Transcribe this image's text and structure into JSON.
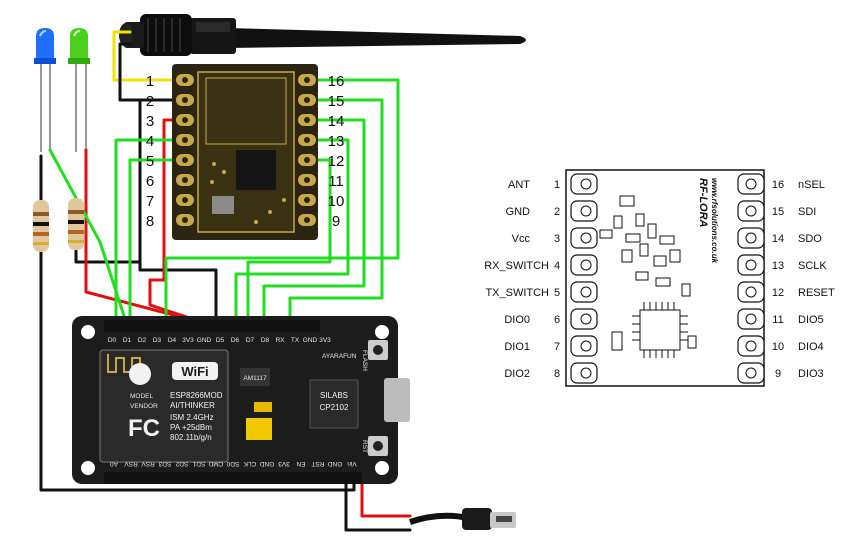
{
  "module_pin_numbers": {
    "left": [
      "1",
      "2",
      "3",
      "4",
      "5",
      "6",
      "7",
      "8"
    ],
    "right": [
      "16",
      "15",
      "14",
      "13",
      "12",
      "11",
      "10",
      "9"
    ]
  },
  "pinout": {
    "left": [
      {
        "num": "1",
        "label": "ANT"
      },
      {
        "num": "2",
        "label": "GND"
      },
      {
        "num": "3",
        "label": "Vcc"
      },
      {
        "num": "4",
        "label": "RX_SWITCH"
      },
      {
        "num": "5",
        "label": "TX_SWITCH"
      },
      {
        "num": "6",
        "label": "DIO0"
      },
      {
        "num": "7",
        "label": "DIO1"
      },
      {
        "num": "8",
        "label": "DIO2"
      }
    ],
    "right": [
      {
        "num": "16",
        "label": "nSEL"
      },
      {
        "num": "15",
        "label": "SDI"
      },
      {
        "num": "14",
        "label": "SDO"
      },
      {
        "num": "13",
        "label": "SCLK"
      },
      {
        "num": "12",
        "label": "RESET"
      },
      {
        "num": "11",
        "label": "DIO5"
      },
      {
        "num": "10",
        "label": "DIO4"
      },
      {
        "num": "9",
        "label": "DIO3"
      }
    ],
    "brand": "RF-LORA",
    "website": "www.rfsolutions.co.uk"
  },
  "nodemcu": {
    "top_pins": [
      "D0",
      "D1",
      "D2",
      "D3",
      "D4",
      "3V3",
      "GND",
      "D5",
      "D6",
      "D7",
      "D8",
      "RX",
      "TX",
      "GND",
      "3V3"
    ],
    "bottom_pins": [
      "A0",
      "RSV",
      "RSV",
      "SD3",
      "SD2",
      "SD1",
      "CMD",
      "SD0",
      "CLK",
      "GND",
      "3V3",
      "EN",
      "RST",
      "GND",
      "Vin"
    ],
    "wifi": "WiFi",
    "model_label": "MODEL",
    "vendor_label": "VENDOR",
    "model": "ESP8266MOD",
    "vendor": "AI/THINKER",
    "band": "ISM 2.4GHz",
    "power": "PA +25dBm",
    "standard": "802.11b/g/n",
    "brand": "AYARAFUN",
    "usb_chip_maker": "SILABS",
    "usb_chip": "CP2102",
    "regulator": "AM1117",
    "flash_button": "FLASH",
    "rst_button": "RST",
    "fc_mark": "FC"
  },
  "colors": {
    "wire_green": "#22dd22",
    "wire_black": "#111111",
    "wire_red": "#e01010",
    "wire_yellow": "#f5e100",
    "pcb": "#1c1c1c",
    "lora_pcb": "#3a3112",
    "gold": "#c8a94a",
    "led_blue": "#1e6fff",
    "led_green": "#4ccf1c"
  }
}
